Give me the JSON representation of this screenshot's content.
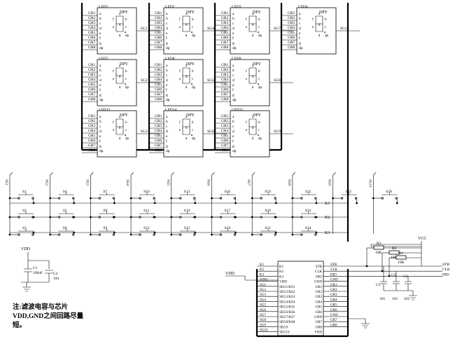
{
  "led_grid": [
    {
      "ref": "LED1",
      "net": "SG1"
    },
    {
      "ref": "LED2",
      "net": "SG4"
    },
    {
      "ref": "LED3",
      "net": "SG7"
    },
    {
      "ref": "LED4",
      "net": "SG10"
    },
    {
      "ref": "LED7",
      "net": "SG2"
    },
    {
      "ref": "LED8",
      "net": "SG5"
    },
    {
      "ref": "LED9",
      "net": "SG8"
    },
    {
      "ref": "LED13",
      "net": "SG3"
    },
    {
      "ref": "LED14",
      "net": "SG6"
    },
    {
      "ref": "LED15",
      "net": "SG9"
    }
  ],
  "led_part": "DPY",
  "grid_pins": [
    "GR1",
    "GR2",
    "GR3",
    "GR4",
    "GR5",
    "GR6",
    "GR7",
    "GR8"
  ],
  "seg_letters": [
    "a",
    "b",
    "c",
    "d",
    "e",
    "f",
    "g",
    "dp"
  ],
  "col_nets": [
    "SG1",
    "SG2",
    "SG3",
    "SG4",
    "SG5",
    "SG6",
    "SG7",
    "SG8",
    "SG9",
    "SG10"
  ],
  "switch_rows": [
    [
      "S1",
      "S4",
      "S7",
      "S10",
      "S13",
      "S16",
      "S19",
      "S22",
      "S25",
      "S28"
    ],
    [
      "S2",
      "S5",
      "S8",
      "S11",
      "S14",
      "S17",
      "S20",
      "S23"
    ],
    [
      "S3",
      "S6",
      "S9",
      "S12",
      "S15",
      "S18",
      "S21",
      "S24"
    ]
  ],
  "key_nets": [
    "K1",
    "K2",
    "K3"
  ],
  "chip": {
    "left_pins": [
      "K1",
      "K2",
      "K3",
      "VDD",
      "SG1",
      "SG2",
      "SG3",
      "SG4",
      "SG5",
      "SG6",
      "SG7",
      "SG8",
      "SG9",
      "SG10"
    ],
    "left_inner": [
      "K1",
      "K2",
      "K3",
      "VDD",
      "SEG1/KS1",
      "SEG2/KS2",
      "SEG3/KS3",
      "SEG4/KS4",
      "SEG5/KS5",
      "SEG6/KS6",
      "SEG7/KS7",
      "SEG8/KS8",
      "SEG9",
      "SEG10"
    ],
    "right_inner": [
      "STB",
      "CLK",
      "DIO",
      "GND",
      "GR1",
      "GR2",
      "GR3",
      "GR4",
      "GR5",
      "GR6",
      "GND",
      "GR7",
      "GR8",
      "VDD"
    ],
    "right_pins": [
      "STB",
      "CLK",
      "DIO",
      "GND",
      "GR1",
      "GR2",
      "GR3",
      "GR4",
      "GR5",
      "GR6",
      "GND",
      "GR7",
      "GR8"
    ]
  },
  "vdd_label": "VDD",
  "vcc_label": "VCC",
  "cap_c1": {
    "ref": "C1",
    "value": "100uF"
  },
  "cap_c2": {
    "ref": "C2",
    "value": "104"
  },
  "pullups": [
    {
      "ref": "R3",
      "value": "10K"
    },
    {
      "ref": "R2",
      "value": "10K"
    },
    {
      "ref": "R1",
      "value": "10K"
    }
  ],
  "caps_right": [
    {
      "ref": "C5",
      "value": "101"
    },
    {
      "ref": "C4",
      "value": "101"
    },
    {
      "ref": "C3",
      "value": "101"
    }
  ],
  "note": "注:滤波电容与芯片VDD,GND之间回路尽量短。"
}
